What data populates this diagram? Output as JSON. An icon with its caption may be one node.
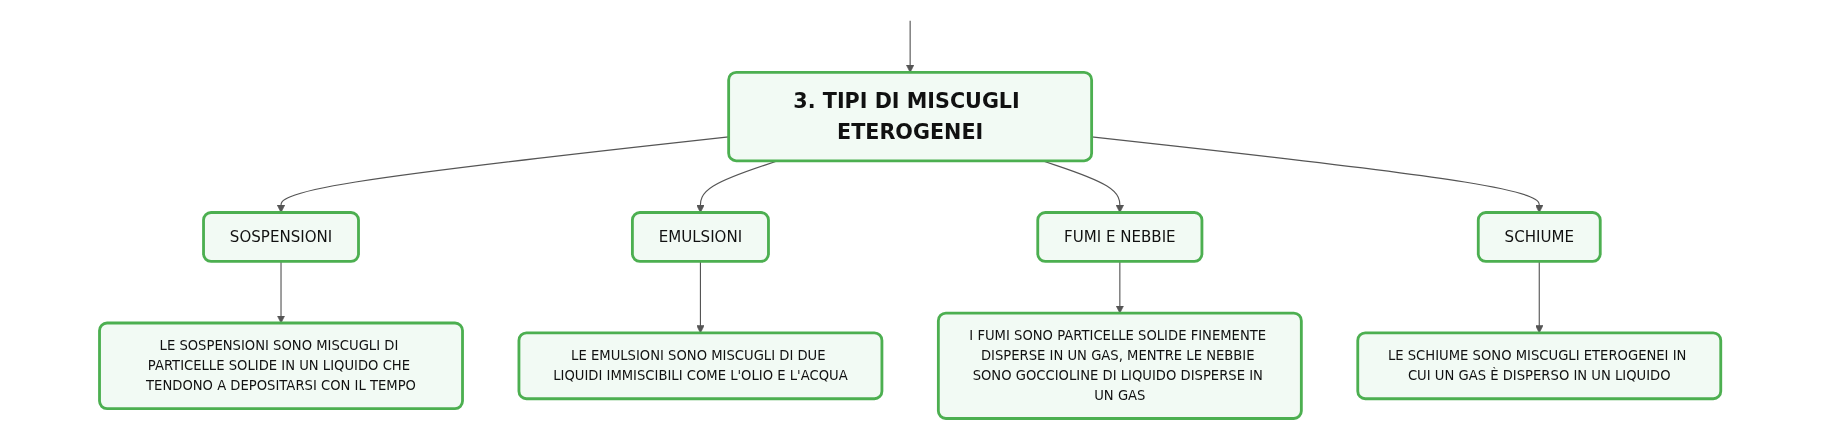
{
  "diagram": {
    "nodes": [
      {
        "text": [
          "3. TIPI DI MISCUGLI ETEROGENEI"
        ]
      },
      {
        "text": [
          "SOSPENSIONI"
        ]
      },
      {
        "text": [
          "EMULSIONI"
        ]
      },
      {
        "text": [
          "FUMI E NEBBIE"
        ]
      },
      {
        "text": [
          "SCHIUME"
        ]
      },
      {
        "text": [
          "LE SOSPENSIONI SONO MISCUGLI DI PARTICELLE SOLIDE IN UN LIQUIDO CHE TENDONO A DEPOSITARSI CON IL TEMPO"
        ]
      },
      {
        "text": [
          "LE EMULSIONI SONO MISCUGLI DI DUE LIQUIDI IMMISCIBILI COME L'OLIO E L'ACQUA"
        ]
      },
      {
        "text": [
          "I FUMI SONO PARTICELLE SOLIDE FINEMENTE DISPERSE IN UN GAS, MENTRE LE NEBBIE SONO GOCCIOLINE DI LIQUIDO DISPERSE IN UN GAS"
        ]
      },
      {
        "text": [
          "LE SCHIUME SONO MISCUGLI ETEROGENEI IN CUI UN GAS È DISPERSO IN UN LIQUIDO"
        ]
      }
    ],
    "edges": [
      {
        "from": null,
        "to": 0,
        "arrow": "to"
      },
      {
        "from": 0,
        "to": 1,
        "arrow": "to"
      },
      {
        "from": 0,
        "to": 2,
        "arrow": "to"
      },
      {
        "from": 0,
        "to": 3,
        "arrow": "to"
      },
      {
        "from": 0,
        "to": 4,
        "arrow": "to"
      },
      {
        "from": 1,
        "to": 5,
        "arrow": "to"
      },
      {
        "from": 2,
        "to": 6,
        "arrow": "to"
      },
      {
        "from": 3,
        "to": 7,
        "arrow": "to"
      },
      {
        "from": 4,
        "to": 8,
        "arrow": "to"
      }
    ]
  }
}
